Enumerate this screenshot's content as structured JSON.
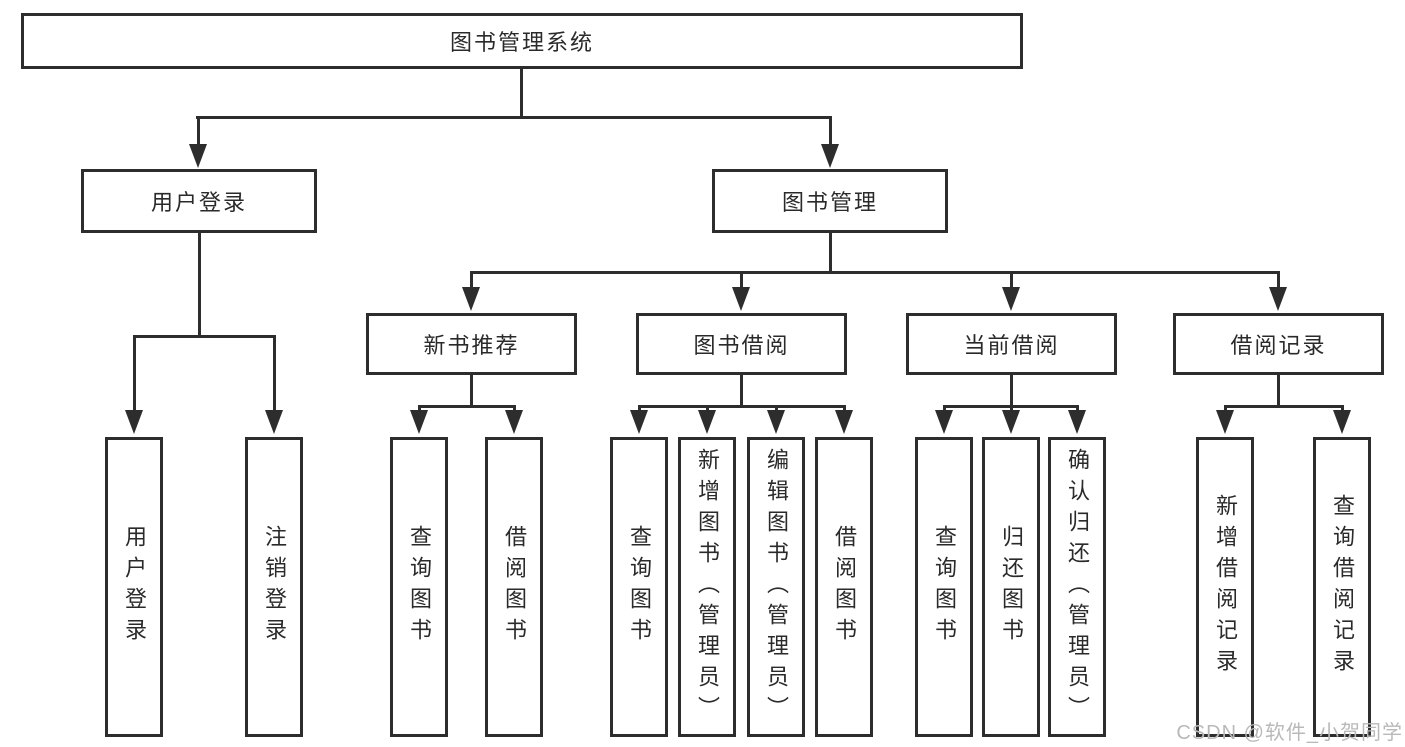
{
  "tree": {
    "label": "图书管理系统",
    "children": [
      {
        "label": "用户登录",
        "children": [
          {
            "label": "用户登录"
          },
          {
            "label": "注销登录"
          }
        ]
      },
      {
        "label": "图书管理",
        "children": [
          {
            "label": "新书推荐",
            "children": [
              {
                "label": "查询图书"
              },
              {
                "label": "借阅图书"
              }
            ]
          },
          {
            "label": "图书借阅",
            "children": [
              {
                "label": "查询图书"
              },
              {
                "label": "新增图书（管理员）"
              },
              {
                "label": "编辑图书（管理员）"
              },
              {
                "label": "借阅图书"
              }
            ]
          },
          {
            "label": "当前借阅",
            "children": [
              {
                "label": "查询图书"
              },
              {
                "label": "归还图书"
              },
              {
                "label": "确认归还（管理员）"
              }
            ]
          },
          {
            "label": "借阅记录",
            "children": [
              {
                "label": "新增借阅记录"
              },
              {
                "label": "查询借阅记录"
              }
            ]
          }
        ]
      }
    ]
  },
  "watermark": {
    "text": "CSDN @软件_小贺同学",
    "color": "#b9b9b9"
  },
  "colors": {
    "line": "#2d2d2d",
    "box_background": "#ffffff",
    "text": "#2a2a2a"
  }
}
